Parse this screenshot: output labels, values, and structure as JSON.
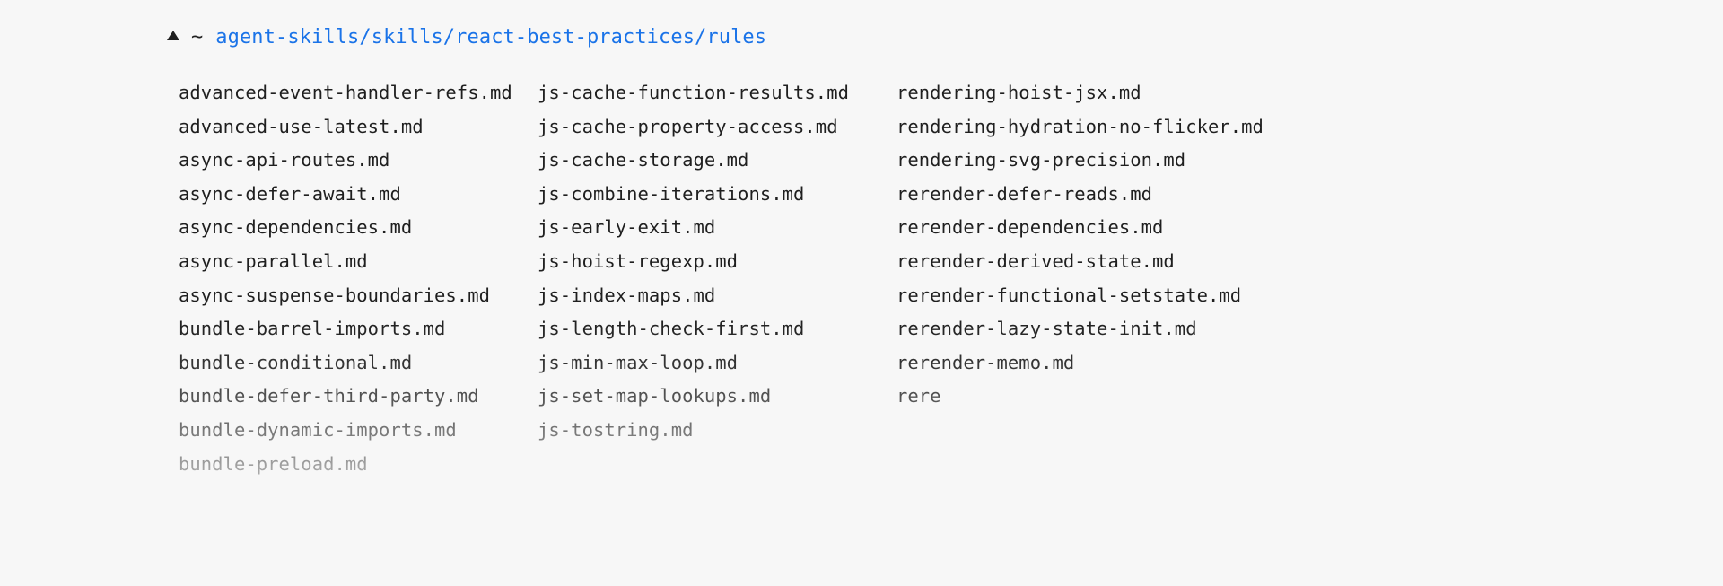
{
  "header": {
    "collapse_marker": "triangle-up",
    "home_symbol": "~",
    "path": "agent-skills/skills/react-best-practices/rules",
    "path_color": "#1a73e8"
  },
  "theme": {
    "background": "#f7f7f7",
    "text_color": "#1f1f1f",
    "link_color": "#1a73e8"
  },
  "listing": {
    "columns": [
      {
        "files": [
          "advanced-event-handler-refs.md",
          "advanced-use-latest.md",
          "async-api-routes.md",
          "async-defer-await.md",
          "async-dependencies.md",
          "async-parallel.md",
          "async-suspense-boundaries.md",
          "bundle-barrel-imports.md",
          "bundle-conditional.md",
          "bundle-defer-third-party.md",
          "bundle-dynamic-imports.md",
          "bundle-preload.md"
        ]
      },
      {
        "files": [
          "js-cache-function-results.md",
          "js-cache-property-access.md",
          "js-cache-storage.md",
          "js-combine-iterations.md",
          "js-early-exit.md",
          "js-hoist-regexp.md",
          "js-index-maps.md",
          "js-length-check-first.md",
          "js-min-max-loop.md",
          "js-set-map-lookups.md",
          "js-tostring.md"
        ]
      },
      {
        "files": [
          "rendering-hoist-jsx.md",
          "rendering-hydration-no-flicker.md",
          "rendering-svg-precision.md",
          "rerender-defer-reads.md",
          "rerender-dependencies.md",
          "rerender-derived-state.md",
          "rerender-functional-setstate.md",
          "rerender-lazy-state-init.md",
          "rerender-memo.md",
          "rere"
        ]
      }
    ]
  }
}
